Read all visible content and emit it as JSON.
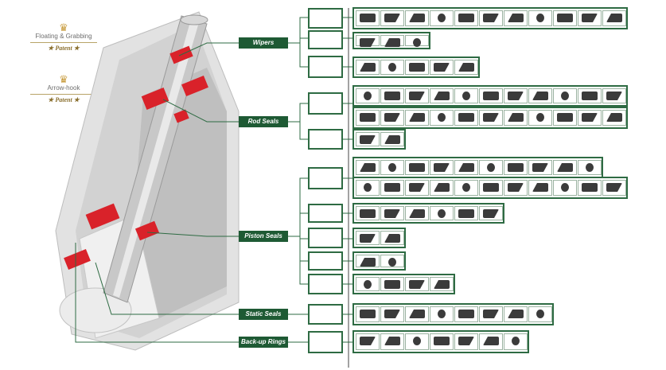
{
  "patents": [
    {
      "title": "Floating & Grabbing",
      "label": "★ Patent ★"
    },
    {
      "title": "Arrow-hook",
      "label": "★ Patent ★"
    }
  ],
  "categories": [
    {
      "label": "Wipers"
    },
    {
      "label": "Rod Seals"
    },
    {
      "label": "Piston Seals"
    },
    {
      "label": "Static Seals"
    },
    {
      "label": "Back-up Rings"
    }
  ],
  "colors": {
    "accent": "#1e5a34",
    "seal": "#d9222a",
    "body": "#cfcfcf"
  },
  "rows": [
    {
      "category": "Wipers",
      "count": 11
    },
    {
      "category": "Wipers",
      "count": 3
    },
    {
      "category": "Wipers",
      "count": 5
    },
    {
      "category": "Rod Seals",
      "count": 11
    },
    {
      "category": "Rod Seals",
      "count": 11
    },
    {
      "category": "Rod Seals",
      "count": 2
    },
    {
      "category": "Piston Seals",
      "count": 10
    },
    {
      "category": "Piston Seals",
      "count": 11
    },
    {
      "category": "Piston Seals",
      "count": 6
    },
    {
      "category": "Piston Seals",
      "count": 2
    },
    {
      "category": "Piston Seals",
      "count": 2
    },
    {
      "category": "Piston Seals",
      "count": 4
    },
    {
      "category": "Static Seals",
      "count": 8
    },
    {
      "category": "Back-up Rings",
      "count": 7
    }
  ]
}
